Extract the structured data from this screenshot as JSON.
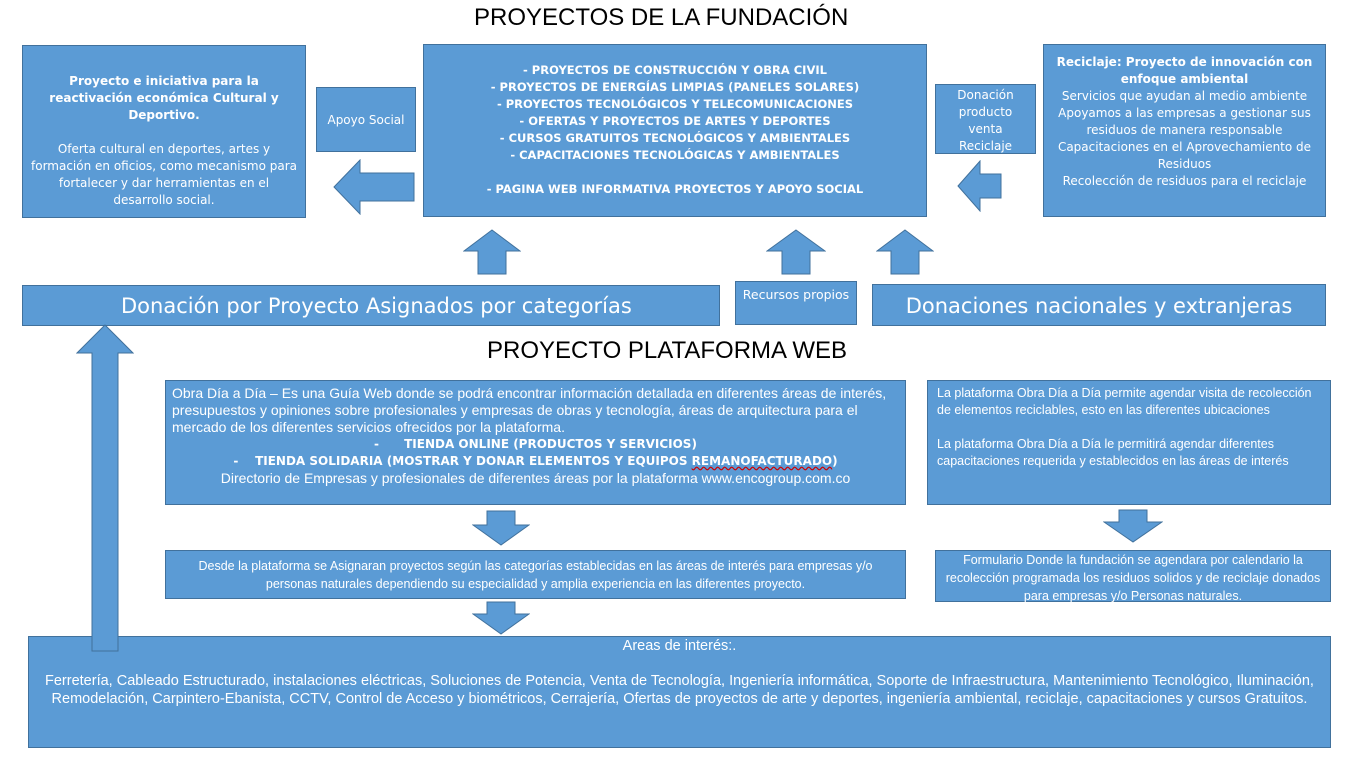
{
  "titles": {
    "foundation": "PROYECTOS DE LA FUNDACIÓN",
    "platform": "PROYECTO PLATAFORMA WEB"
  },
  "left_box": {
    "heading": "Proyecto e iniciativa para la reactivación económica Cultural y Deportivo.",
    "body": "Oferta cultural en deportes, artes y formación en oficios, como mecanismo para fortalecer y dar herramientas en el desarrollo social."
  },
  "apoyo_social": "Apoyo Social",
  "center_box": {
    "items": [
      "-     PROYECTOS DE CONSTRUCCIÓN Y OBRA CIVIL",
      "-     PROYECTOS DE ENERGÍAS LIMPIAS (PANELES SOLARES)",
      "-     PROYECTOS TECNOLÓGICOS Y TELECOMUNICACIONES",
      "-     OFERTAS Y PROYECTOS  DE ARTES Y DEPORTES",
      "-     CURSOS GRATUITOS TECNOLÓGICOS Y AMBIENTALES",
      "-     CAPACITACIONES TECNOLÓGICAS Y AMBIENTALES",
      "-     PAGINA WEB INFORMATIVA PROYECTOS Y APOYO SOCIAL"
    ]
  },
  "donacion_producto": "Donación producto venta Reciclaje",
  "right_box": {
    "heading": "Reciclaje: Proyecto de innovación con enfoque ambiental",
    "lines": [
      "Servicios que ayudan al medio ambiente",
      "Apoyamos a las empresas a gestionar sus residuos de manera responsable",
      "Capacitaciones en el Aprovechamiento de Residuos",
      "Recolección de residuos para el reciclaje"
    ]
  },
  "bar_left": "Donación por Proyecto Asignados por categorías",
  "recursos_propios": "Recursos propios",
  "bar_right": "Donaciones nacionales y extranjeras",
  "obra_box": {
    "intro": "Obra Día a Día – Es una Guía Web donde se podrá encontrar información detallada en diferentes áreas de interés, presupuestos y opiniones sobre profesionales y empresas de obras y tecnología, áreas de arquitectura para el  mercado de los diferentes servicios ofrecidos por la plataforma.",
    "item1_dash": "-",
    "item1": "TIENDA ONLINE (PRODUCTOS Y SERVICIOS)",
    "item2_dash": "-",
    "item2_pre": "TIENDA SOLIDARIA (MOSTRAR Y DONAR ELEMENTOS Y EQUIPOS ",
    "item2_flag": "REMANOFACTURADO",
    "item2_post": ")",
    "footer": "Directorio de Empresas y profesionales de diferentes áreas por la plataforma www.encogroup.com.co"
  },
  "agenda_box": {
    "p1": "La plataforma Obra Día a Día permite agendar visita de recolección de elementos reciclables, esto en las diferentes ubicaciones",
    "p2": "La plataforma Obra Día a Día le permitirá agendar diferentes capacitaciones requerida y establecidos en las áreas de interés"
  },
  "asignar_box": "Desde la plataforma se Asignaran proyectos  según las  categorías establecidas en las áreas de interés  para empresas y/o personas naturales dependiendo su especialidad y amplia experiencia en las diferentes  proyecto.",
  "formulario_box": "Formulario Donde la fundación se agendara por calendario la recolección programada los residuos solidos y de reciclaje  donados para empresas y/o Personas naturales.",
  "areas_box": {
    "heading": "Areas de interés:.",
    "body": "Ferretería, Cableado Estructurado, instalaciones eléctricas, Soluciones de Potencia, Venta de Tecnología, Ingeniería informática, Soporte de Infraestructura, Mantenimiento Tecnológico, Iluminación, Remodelación, Carpintero-Ebanista, CCTV, Control de Acceso y biométricos, Cerrajería, Ofertas de proyectos de arte y deportes, ingeniería ambiental, reciclaje, capacitaciones y cursos Gratuitos."
  },
  "colors": {
    "box_fill": "#5b9bd5",
    "box_border": "#41719c",
    "text": "#ffffff"
  }
}
